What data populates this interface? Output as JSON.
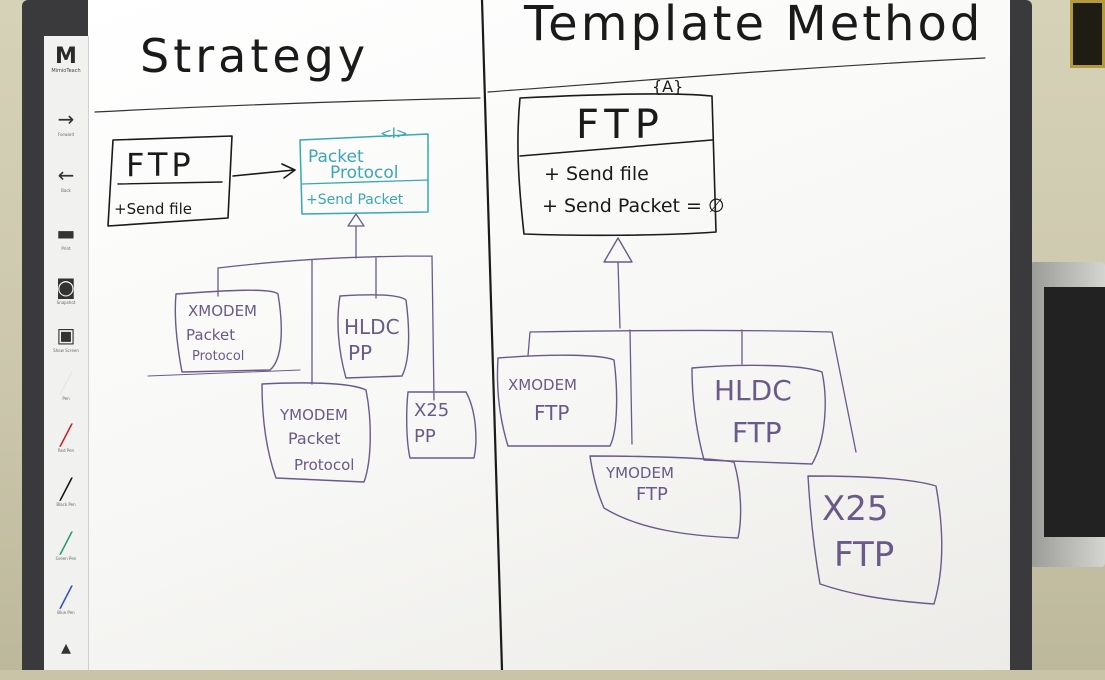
{
  "board": {
    "logo": {
      "mark": "M",
      "name": "MimioTeach"
    },
    "toolbar": [
      {
        "name": "forward-arrow-tool",
        "glyph": "→",
        "caption": "Forward"
      },
      {
        "name": "back-arrow-tool",
        "glyph": "←",
        "caption": "Back"
      },
      {
        "name": "print-tool",
        "glyph": "▬",
        "caption": "Print"
      },
      {
        "name": "snapshot-tool",
        "glyph": "◙",
        "caption": "Snapshot"
      },
      {
        "name": "screen-tool",
        "glyph": "▣",
        "caption": "Show Screen"
      },
      {
        "name": "white-pen-tool",
        "glyph": "╱",
        "caption": "Pen"
      },
      {
        "name": "red-pen-tool",
        "glyph": "╱",
        "caption": "Red Pen"
      },
      {
        "name": "black-pen-tool",
        "glyph": "╱",
        "caption": "Black Pen"
      },
      {
        "name": "green-pen-tool",
        "glyph": "╱",
        "caption": "Green Pen"
      },
      {
        "name": "blue-pen-tool",
        "glyph": "╱",
        "caption": "Blue Pen"
      },
      {
        "name": "eraser-tool",
        "glyph": "▴",
        "caption": ""
      }
    ],
    "colors": {
      "black_ink": "#1a1a1a",
      "purple_ink": "#6a5a8a",
      "teal_ink": "#3aa6b8"
    }
  },
  "strategy": {
    "heading": "Strategy",
    "ftp_box": {
      "title": "FTP",
      "method": "+Send file"
    },
    "interface_box": {
      "stereotype": "<I>",
      "title_line1": "Packet",
      "title_line2": "Protocol",
      "method": "+Send Packet"
    },
    "implementations": [
      {
        "line1": "XMODEM",
        "line2": "Packet",
        "line3": "Protocol"
      },
      {
        "line1": "HLDC",
        "line2": "PP"
      },
      {
        "line1": "YMODEM",
        "line2": "Packet",
        "line3": "Protocol"
      },
      {
        "line1": "X25",
        "line2": "PP"
      }
    ]
  },
  "template_method": {
    "heading": "Template Method",
    "abstract_box": {
      "stereotype": "{A}",
      "title": "FTP",
      "method1": "+ Send file",
      "method2": "+ Send Packet = ∅"
    },
    "subclasses": [
      {
        "line1": "XMODEM",
        "line2": "FTP"
      },
      {
        "line1": "HLDC",
        "line2": "FTP"
      },
      {
        "line1": "YMODEM",
        "line2": "FTP"
      },
      {
        "line1": "X25",
        "line2": "FTP"
      }
    ]
  }
}
